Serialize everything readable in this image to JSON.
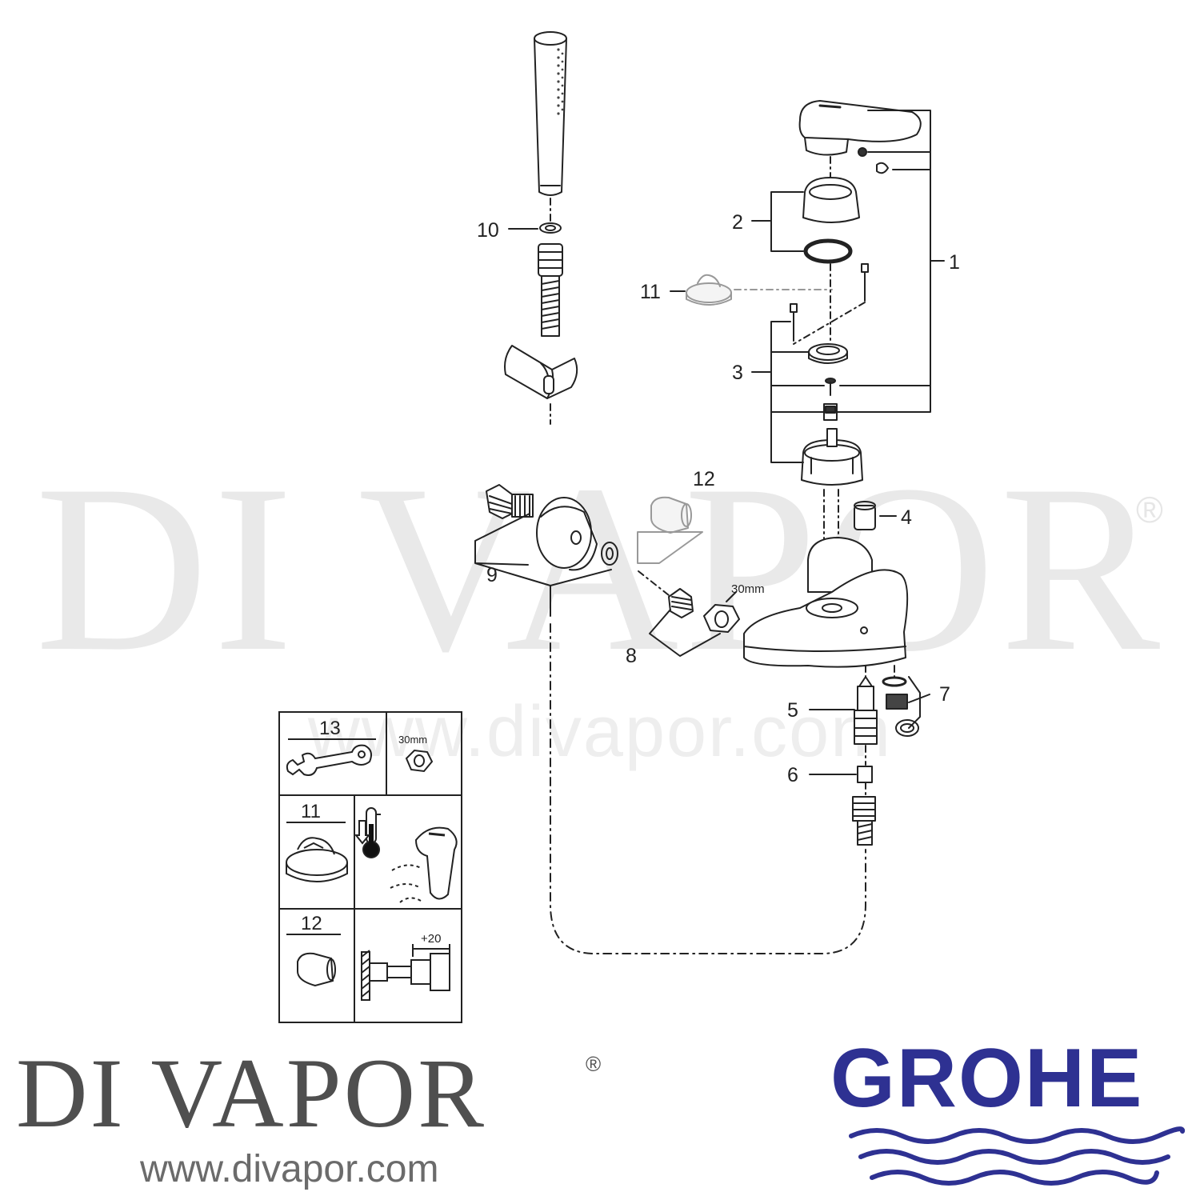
{
  "watermark": {
    "brand": "DI VAPOR",
    "registered": "®",
    "url": "www.divapor.com"
  },
  "logo": {
    "brand": "DI VAPOR",
    "registered": "®",
    "url": "www.divapor.com"
  },
  "grohe": {
    "name": "GROHE",
    "color": "#2e3192"
  },
  "diagram": {
    "part_labels": [
      "1",
      "2",
      "3",
      "4",
      "5",
      "6",
      "7",
      "8",
      "9",
      "10",
      "11",
      "12"
    ],
    "nut_size": "30mm"
  },
  "legend": {
    "tool_number": "13",
    "tool_nut_size": "30mm",
    "limiter_number": "11",
    "extension_number": "12",
    "extension_dimension": "+20"
  }
}
